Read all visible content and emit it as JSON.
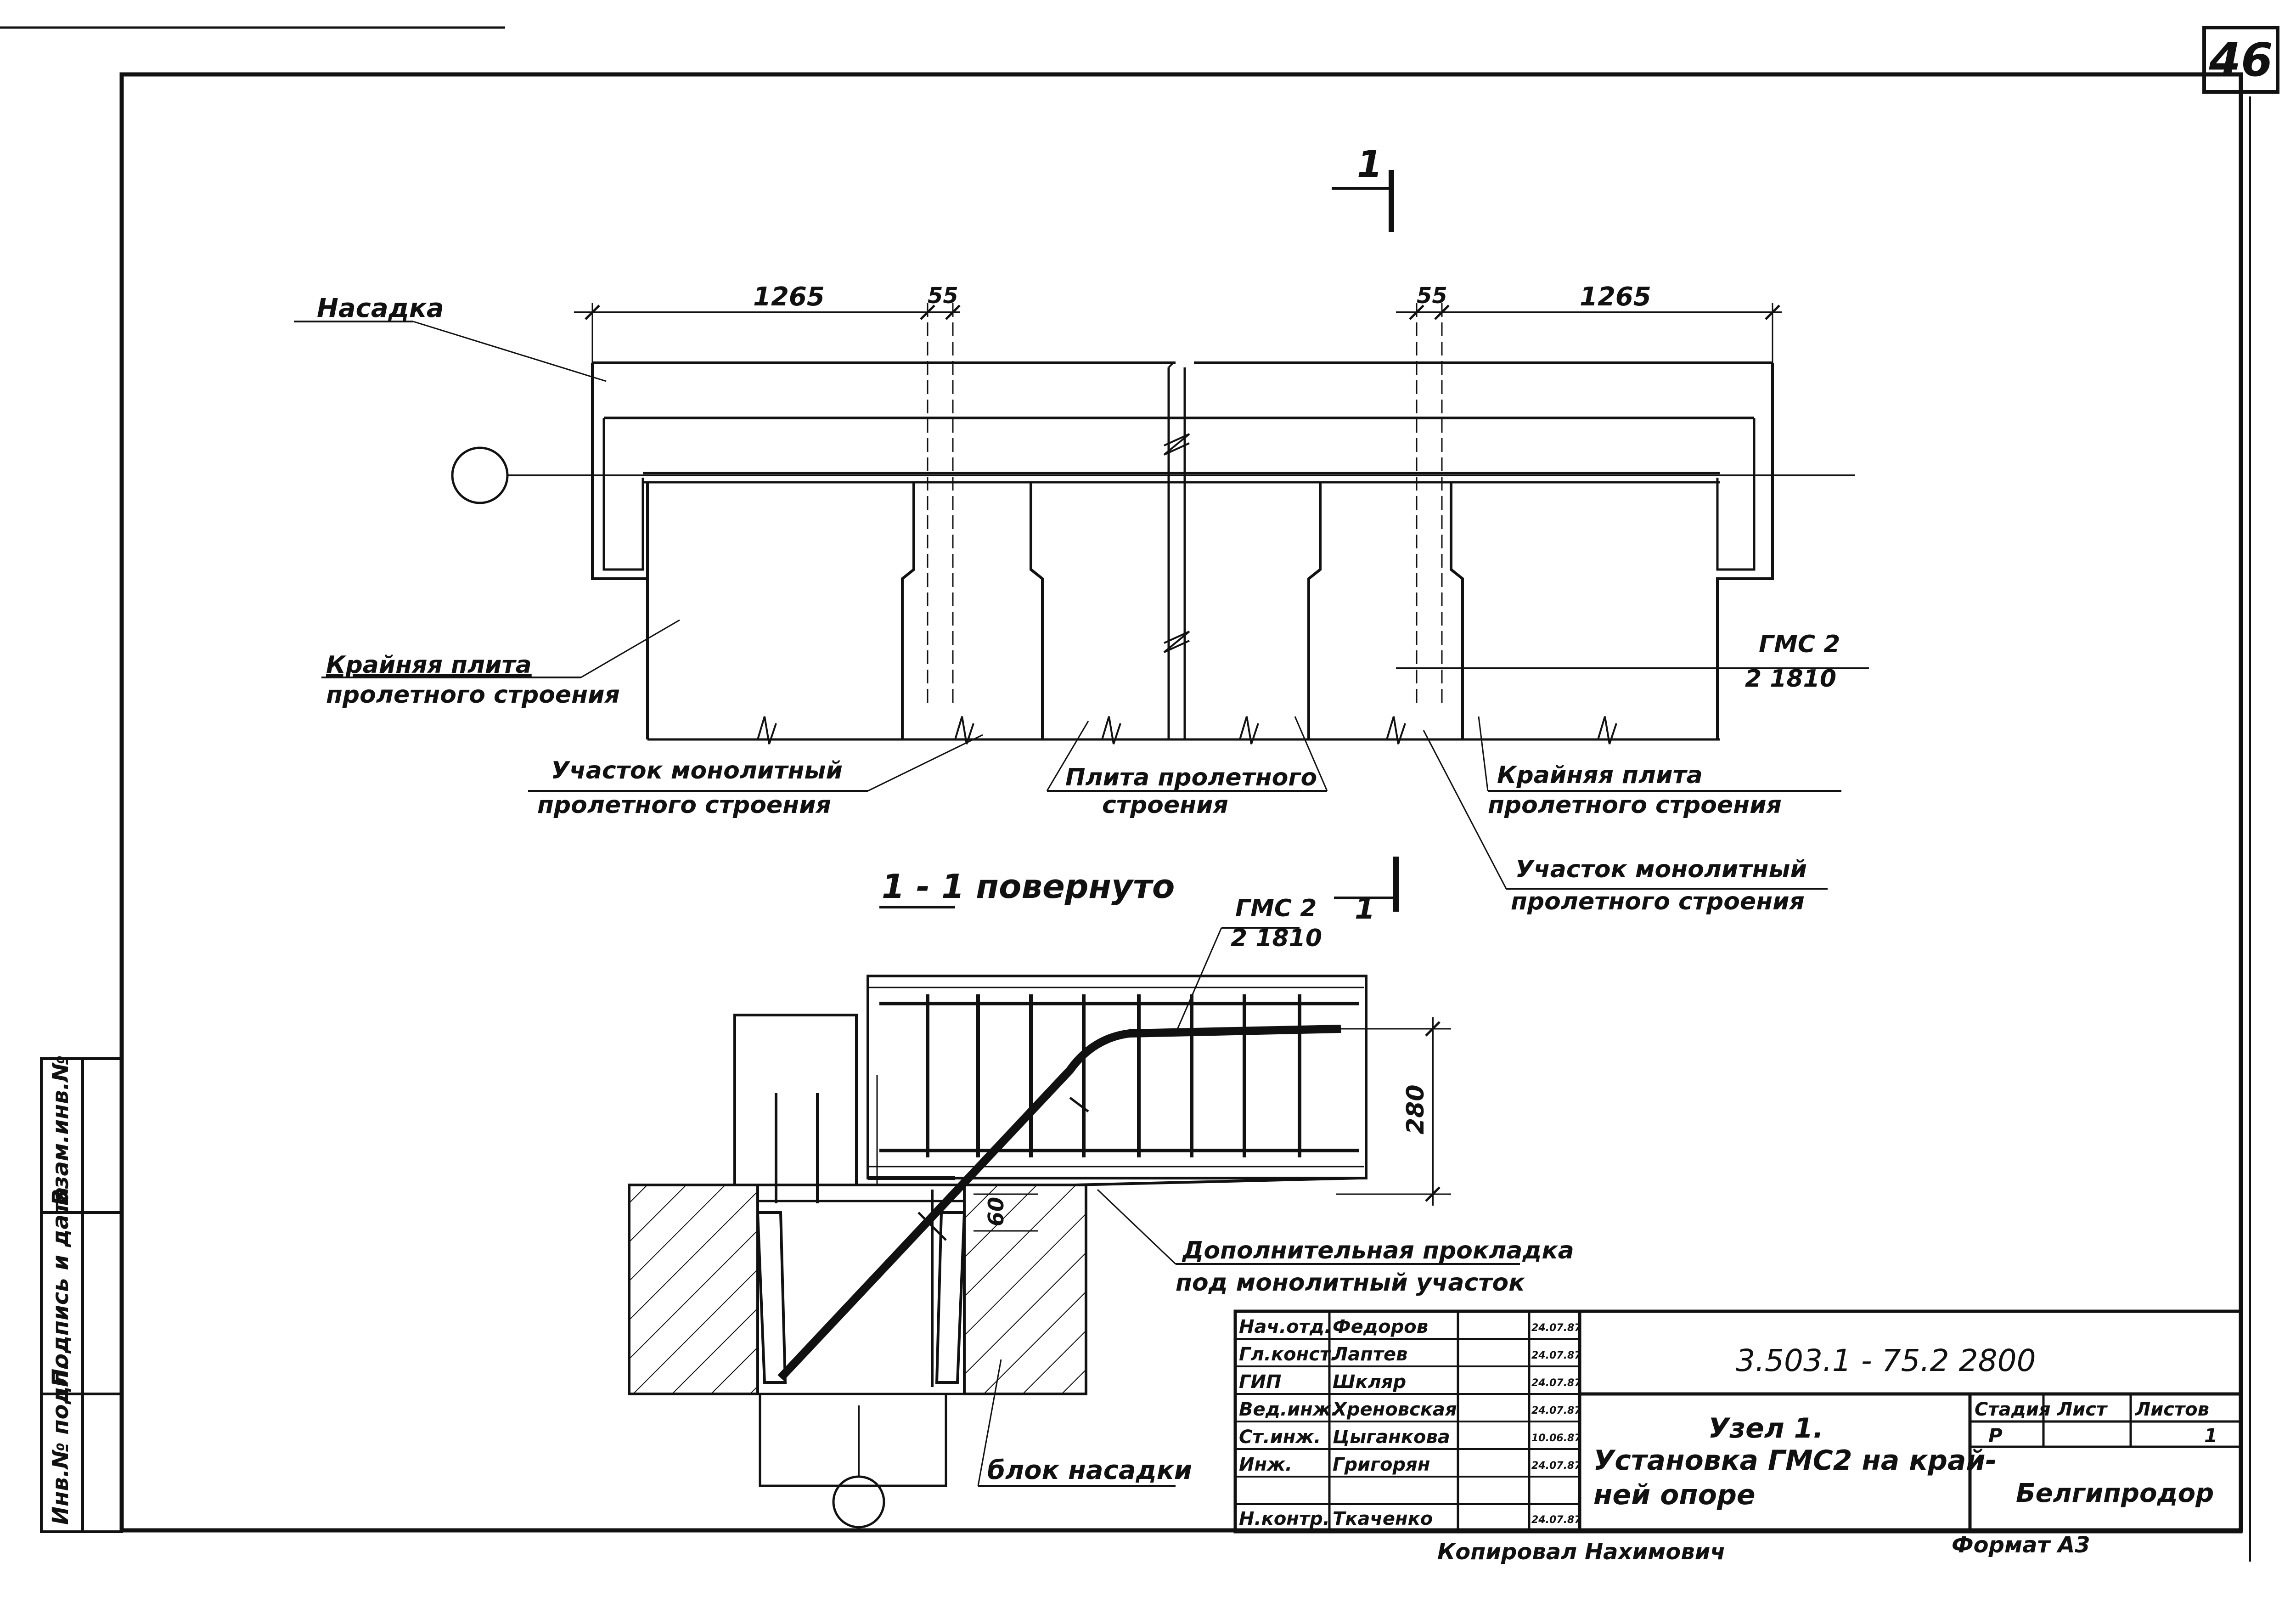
{
  "sheet": {
    "number": "46",
    "left_margin_labels": [
      "Инв.№ подл.",
      "Подпись и дата",
      "Взам.инв.№"
    ]
  },
  "plan": {
    "section_mark_top": "1",
    "dims": [
      "1265",
      "55",
      "55",
      "1265"
    ],
    "callouts": {
      "nasadka": "Насадка",
      "edge_slab_left_1": "Крайняя плита",
      "edge_slab_left_2": "пролетного строения",
      "mono_left_1": "Участок монолитный",
      "mono_left_2": "пролетного строения",
      "slab_center_1": "Плита пролетного",
      "slab_center_2": "строения",
      "edge_slab_right_1": "Крайняя плита",
      "edge_slab_right_2": "пролетного строения",
      "mono_right_1": "Участок монолитный",
      "mono_right_2": "пролетного строения",
      "gmc_1": "ГМС 2",
      "gmc_2": "2 1810"
    }
  },
  "section": {
    "title": "1 - 1 повернуто",
    "section_mark": "1",
    "gmc_1": "ГМС 2",
    "gmc_2": "2 1810",
    "dim_280": "280",
    "dim_60": "60",
    "pad_1": "Дополнительная прокладка",
    "pad_2": "под монолитный участок",
    "block": "блок насадки"
  },
  "title_block": {
    "rows": [
      {
        "role": "Нач.отд.",
        "name": "Федоров",
        "date": "24.07.87"
      },
      {
        "role": "Гл.конст.",
        "name": "Лаптев",
        "date": "24.07.87"
      },
      {
        "role": "ГИП",
        "name": "Шкляр",
        "date": "24.07.87"
      },
      {
        "role": "Вед.инж.",
        "name": "Хреновская",
        "date": "24.07.87"
      },
      {
        "role": "Ст.инж.",
        "name": "Цыганкова",
        "date": "10.06.87"
      },
      {
        "role": "Инж.",
        "name": "Григорян",
        "date": "24.07.87"
      },
      {
        "role": "Н.контр.",
        "name": "Ткаченко",
        "date": "24.07.87"
      }
    ],
    "code": "3.503.1 - 75.2 2800",
    "title_1": "Узел 1.",
    "title_2": "Установка ГМС2 на край-",
    "title_3": "ней опоре",
    "stage_label": "Стадия",
    "sheet_label": "Лист",
    "sheets_label": "Листов",
    "stage": "Р",
    "sheet": "",
    "sheets": "1",
    "org": "Белгипродор",
    "copied": "Копировал Нахимович",
    "format": "Формат А3"
  }
}
